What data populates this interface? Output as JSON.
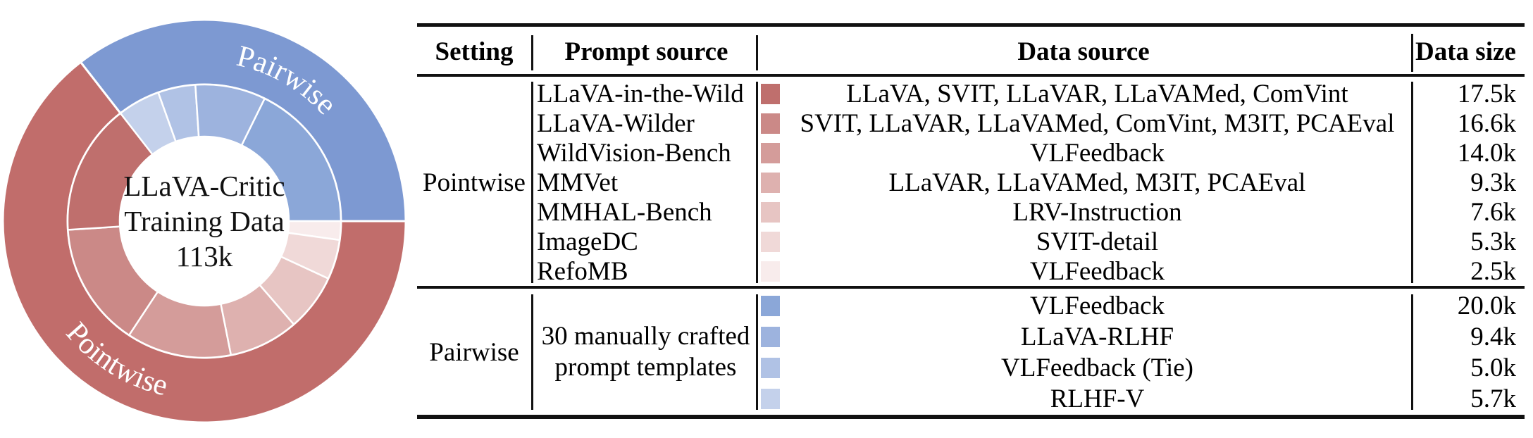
{
  "figure_title": "LLaVA-Critic training data composition",
  "chart_data": {
    "type": "pie",
    "variant": "two-ring donut (sunburst)",
    "center_label_lines": [
      "LLaVA-Critic",
      "Training Data",
      "113k"
    ],
    "total_k": 112.9,
    "total_label": "113k",
    "legend_position": "labels on outer ring",
    "outer_ring": [
      {
        "label": "Pairwise",
        "value_k": 40.1,
        "color": "#7d99d2",
        "label_color": "#ffffff"
      },
      {
        "label": "Pointwise",
        "value_k": 72.8,
        "color": "#c16d6b",
        "label_color": "#ffffff"
      }
    ],
    "inner_ring_order_note": "drawn clockwise from the pairwise/pointwise boundary at upper-left; pairwise and pointwise groups each run light-to-dark and end at the 3 o'clock boundary",
    "inner_ring": [
      {
        "name": "RLHF-V",
        "value_k": 5.7,
        "color": "#c4d1eb"
      },
      {
        "name": "VLFeedback (Tie)",
        "value_k": 5.0,
        "color": "#b0c2e5"
      },
      {
        "name": "LLaVA-RLHF",
        "value_k": 9.4,
        "color": "#9db3de"
      },
      {
        "name": "VLFeedback",
        "value_k": 20.0,
        "color": "#8ba7d8"
      },
      {
        "name": "RefoMB",
        "value_k": 2.5,
        "color": "#f8ecec"
      },
      {
        "name": "ImageDC",
        "value_k": 5.3,
        "color": "#f0d9d8"
      },
      {
        "name": "MMHAL-Bench",
        "value_k": 7.6,
        "color": "#e7c5c3"
      },
      {
        "name": "MMVet",
        "value_k": 9.3,
        "color": "#deb1af"
      },
      {
        "name": "WildVision-Bench",
        "value_k": 14.0,
        "color": "#d49c9a"
      },
      {
        "name": "LLaVA-Wilder",
        "value_k": 16.6,
        "color": "#cb8987"
      },
      {
        "name": "LLaVA-in-the-Wild",
        "value_k": 17.5,
        "color": "#bf6f6d"
      }
    ]
  },
  "table": {
    "headers": [
      "Setting",
      "Prompt source",
      "Data source",
      "Data size"
    ],
    "sections": [
      {
        "setting": "Pointwise",
        "rows": [
          {
            "prompt_source": "LLaVA-in-the-Wild",
            "swatch": "#bf6f6d",
            "data_source": "LLaVA, SVIT, LLaVAR, LLaVAMed, ComVint",
            "data_size": "17.5k"
          },
          {
            "prompt_source": "LLaVA-Wilder",
            "swatch": "#cb8987",
            "data_source": "SVIT, LLaVAR, LLaVAMed, ComVint, M3IT, PCAEval",
            "data_size": "16.6k"
          },
          {
            "prompt_source": "WildVision-Bench",
            "swatch": "#d49c9a",
            "data_source": "VLFeedback",
            "data_size": "14.0k"
          },
          {
            "prompt_source": "MMVet",
            "swatch": "#deb1af",
            "data_source": "LLaVAR, LLaVAMed, M3IT, PCAEval",
            "data_size": "9.3k"
          },
          {
            "prompt_source": "MMHAL-Bench",
            "swatch": "#e7c5c3",
            "data_source": "LRV-Instruction",
            "data_size": "7.6k"
          },
          {
            "prompt_source": "ImageDC",
            "swatch": "#f0d9d8",
            "data_source": "SVIT-detail",
            "data_size": "5.3k"
          },
          {
            "prompt_source": "RefoMB",
            "swatch": "#f8ecec",
            "data_source": "VLFeedback",
            "data_size": "2.5k"
          }
        ]
      },
      {
        "setting": "Pairwise",
        "prompt_source_lines": [
          "30 manually crafted",
          "prompt templates"
        ],
        "rows": [
          {
            "prompt_source": "",
            "swatch": "#8ba7d8",
            "data_source": "VLFeedback",
            "data_size": "20.0k"
          },
          {
            "prompt_source": "",
            "swatch": "#9db3de",
            "data_source": "LLaVA-RLHF",
            "data_size": "9.4k"
          },
          {
            "prompt_source": "",
            "swatch": "#b0c2e5",
            "data_source": "VLFeedback (Tie)",
            "data_size": "5.0k"
          },
          {
            "prompt_source": "",
            "swatch": "#c4d1eb",
            "data_source": "RLHF-V",
            "data_size": "5.7k"
          }
        ]
      }
    ]
  }
}
